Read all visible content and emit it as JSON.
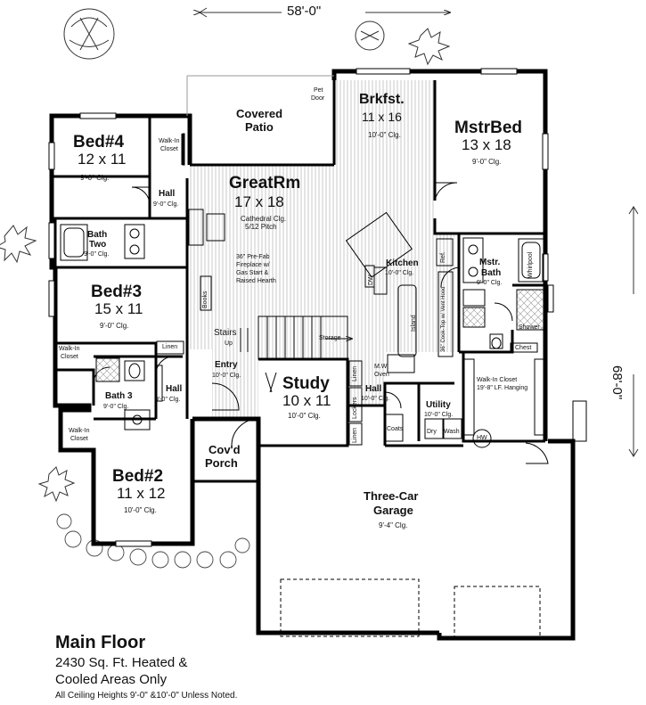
{
  "dimensions": {
    "top": "58'-0\"",
    "side": "68'-0\""
  },
  "rooms": {
    "patio": {
      "name": "Covered",
      "name2": "Patio"
    },
    "pet_door": {
      "l1": "Pet",
      "l2": "Door"
    },
    "brkfst": {
      "name": "Brkfst.",
      "dim": "11 x 16",
      "clg": "10'-0\" Clg."
    },
    "mstrbed": {
      "name": "MstrBed",
      "dim": "13 x 18",
      "clg": "9'-0\" Clg."
    },
    "bed4": {
      "name": "Bed#4",
      "dim": "12 x 11",
      "clg": "9'-0\" Clg."
    },
    "walkin_closet_top": {
      "l1": "Walk-In",
      "l2": "Closet"
    },
    "greatrm": {
      "name": "GreatRm",
      "dim": "17 x 18",
      "clg1": "Cathedral Clg.",
      "clg2": "5/12 Pitch"
    },
    "hall_top": {
      "name": "Hall",
      "clg": "9'-0\" Clg."
    },
    "bath_two": {
      "l1": "Bath",
      "l2": "Two",
      "clg": "9'-0\" Clg."
    },
    "fireplace": {
      "l1": "36\" Pre-Fab",
      "l2": "Fireplace w/",
      "l3": "Gas Start &",
      "l4": "Raised Hearth"
    },
    "kitchen": {
      "name": "Kitchen",
      "clg": "10'-0\" Clg.",
      "island": "Island",
      "cooktop": "36\" Cook-Top w/ Vent Hood",
      "dw": "DW",
      "ref": "Ref."
    },
    "mstr_bath": {
      "l1": "Mstr.",
      "l2": "Bath",
      "clg": "9'-0\" Clg.",
      "whirlpool": "Whirlpool",
      "shower": "Shower"
    },
    "bed3": {
      "name": "Bed#3",
      "dim": "15 x 11",
      "clg": "9'-0\" Clg."
    },
    "books": "Books",
    "stairs": {
      "l1": "Stairs",
      "l2": "Up",
      "storage": "Storage"
    },
    "linen_left": "Linen",
    "walkin_closet_mid": {
      "l1": "Walk-In",
      "l2": "Closet"
    },
    "entry": {
      "name": "Entry",
      "clg": "10'-0\" Clg."
    },
    "study": {
      "name": "Study",
      "dim": "10 x 11",
      "clg": "10'-0\" Clg."
    },
    "linen_study": "Linen",
    "lockers": "Lockers",
    "linen_lower": "Linen",
    "mw_oven": {
      "l1": "M.W.",
      "l2": "Oven"
    },
    "hall_mid": {
      "name": "Hall",
      "clg": "10'-0\" Clg."
    },
    "utility": {
      "name": "Utility",
      "clg": "10'-0\" Clg.",
      "dry": "Dry",
      "wash": "Wash",
      "hw": "HW"
    },
    "chest": "Chest",
    "master_closet": {
      "l1": "Walk-In Closet",
      "l2": "19'-8\" LF. Hanging"
    },
    "bath3": {
      "name": "Bath 3",
      "clg": "9'-0\" Clg."
    },
    "hall_low": {
      "name": "Hall",
      "clg": "9'-0\" Clg."
    },
    "coats": "Coats",
    "walkin_closet_low": {
      "l1": "Walk-In",
      "l2": "Closet"
    },
    "porch": {
      "l1": "Cov'd",
      "l2": "Porch"
    },
    "bed2": {
      "name": "Bed#2",
      "dim": "11 x 12",
      "clg": "10'-0\" Clg."
    },
    "garage": {
      "l1": "Three-Car",
      "l2": "Garage",
      "clg": "9'-4\" Clg."
    }
  },
  "footer": {
    "title": "Main Floor",
    "line1": "2430 Sq. Ft. Heated &",
    "line2": "Cooled Areas Only",
    "note": "All Ceiling Heights 9'-0\" &10'-0\" Unless Noted."
  }
}
